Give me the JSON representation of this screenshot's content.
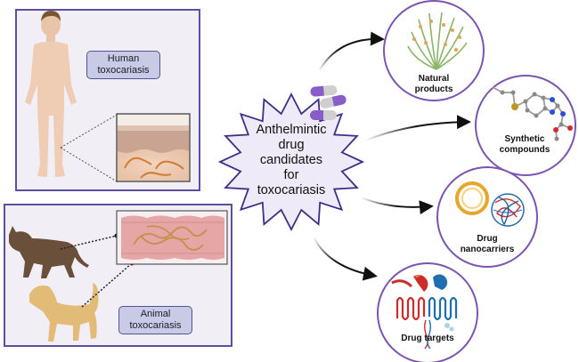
{
  "human_panel": {
    "label_line1": "Human",
    "label_line2": "toxocariasis"
  },
  "animal_panel": {
    "label_line1": "Animal",
    "label_line2": "toxocariasis"
  },
  "center": {
    "lines": [
      "Anthelmintic",
      "drug",
      "candidates",
      "for",
      "toxocariasis"
    ]
  },
  "candidates": [
    {
      "line1": "Natural",
      "line2": "products",
      "icon": "plant-icon"
    },
    {
      "line1": "Synthetic",
      "line2": "compounds",
      "icon": "molecule-icon"
    },
    {
      "line1": "Drug",
      "line2": "nanocarriers",
      "icon": "nanoparticle-icon"
    },
    {
      "line1": "Drug targets",
      "line2": "",
      "icon": "receptor-icon"
    }
  ],
  "colors": {
    "panel_border": "#5c4f9e",
    "panel_fill": "#f1eef6",
    "label_fill": "#c9cbe6",
    "circle_border": "#7b55b0",
    "starburst_fill": "#efeaf7",
    "starburst_border": "#3d2f86",
    "pill_purple": "#8a5cc9"
  }
}
